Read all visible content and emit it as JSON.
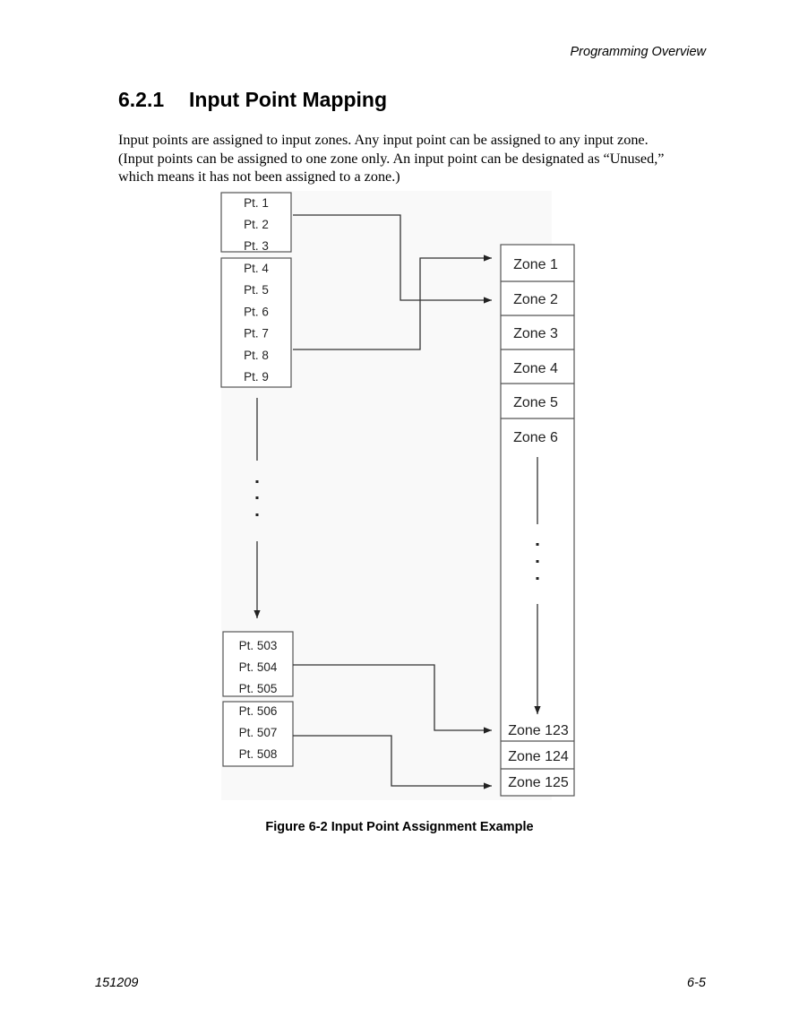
{
  "header": {
    "running_title": "Programming Overview"
  },
  "section": {
    "number": "6.2.1",
    "title": "Input Point Mapping",
    "body_lines": [
      "Input points are assigned to input zones. Any input point can be assigned to any input zone.",
      "(Input points can be assigned to one zone only. An input point can be designated as “Unused,”",
      "which means it has not been assigned to a zone.)"
    ]
  },
  "figure": {
    "caption": "Figure 6-2  Input Point Assignment Example",
    "point_groups_top": [
      [
        "Pt. 1",
        "Pt. 2",
        "Pt. 3"
      ],
      [
        "Pt. 4",
        "Pt. 5",
        "Pt. 6",
        "Pt. 7",
        "Pt. 8",
        "Pt. 9"
      ]
    ],
    "point_groups_bottom": [
      [
        "Pt. 503",
        "Pt. 504",
        "Pt. 505"
      ],
      [
        "Pt. 506",
        "Pt. 507",
        "Pt. 508"
      ]
    ],
    "zones_top": [
      "Zone 1",
      "Zone 2",
      "Zone 3",
      "Zone 4",
      "Zone 5",
      "Zone 6"
    ],
    "zones_bottom": [
      "Zone 123",
      "Zone 124",
      "Zone 125"
    ],
    "mappings": [
      {
        "from": "Pt. 2",
        "to": "Zone 2"
      },
      {
        "from": "Pt. 8",
        "to": "Zone 1"
      },
      {
        "from": "Pt. 504",
        "to": "Zone 123"
      },
      {
        "from": "Pt. 507",
        "to": "Zone 125"
      }
    ]
  },
  "footer": {
    "doc_number": "151209",
    "page_number": "6-5"
  }
}
